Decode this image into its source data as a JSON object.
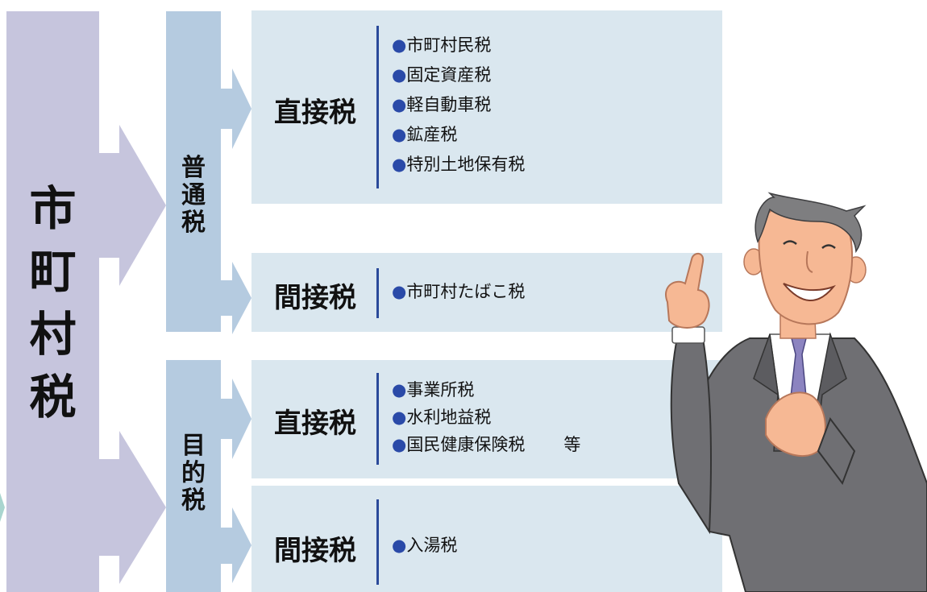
{
  "main": {
    "title_chars": [
      "市",
      "町",
      "村",
      "税"
    ]
  },
  "groups": [
    {
      "title_chars": [
        "普",
        "通",
        "税"
      ],
      "boxes": [
        {
          "category": "直接税",
          "items": [
            "市町村民税",
            "固定資産税",
            "軽自動車税",
            "鉱産税",
            "特別土地保有税"
          ]
        },
        {
          "category": "間接税",
          "items": [
            "市町村たばこ税"
          ]
        }
      ]
    },
    {
      "title_chars": [
        "目",
        "的",
        "税"
      ],
      "boxes": [
        {
          "category": "直接税",
          "items": [
            "事業所税",
            "水利地益税",
            "国民健康保険税"
          ],
          "note": "等"
        },
        {
          "category": "間接税",
          "items": [
            "入湯税"
          ]
        }
      ]
    }
  ],
  "bullet": "●",
  "colors": {
    "main_column": "#c6c5dd",
    "sub_column": "#b5cbe0",
    "box": "#dae7ef",
    "bullet": "#2a4aa8"
  },
  "illustration": "businessman-pointing-up"
}
